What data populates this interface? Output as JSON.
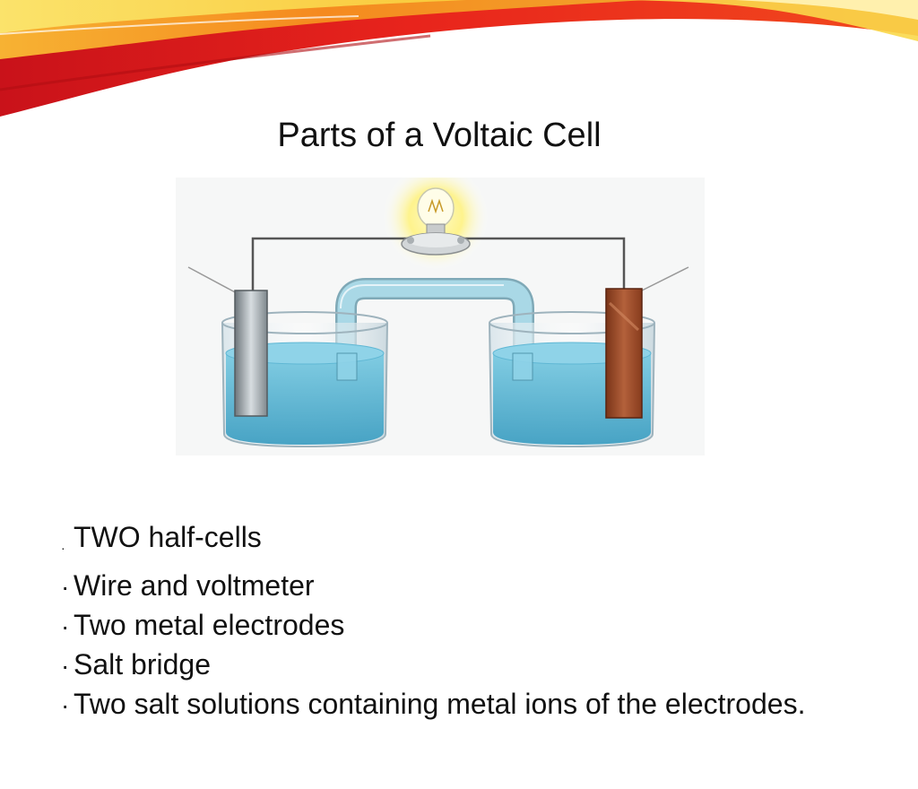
{
  "slide": {
    "title": "Parts of a Voltaic Cell",
    "bullet_marker": "·",
    "bullets": [
      "TWO half-cells",
      "Wire and voltmeter",
      "Two metal electrodes",
      "Salt bridge",
      "Two salt solutions containing metal ions of the electrodes."
    ]
  },
  "colors": {
    "swoosh_red": "#e8241c",
    "swoosh_orange": "#f58a1f",
    "swoosh_yellow": "#f9d84a",
    "solution_blue": "#5fb7d4",
    "bridge_blue": "#a9d8e6",
    "zinc_gray": "#9aa3a8",
    "copper_brown": "#9a4a2a",
    "bulb_glow": "#fff27a"
  },
  "diagram": {
    "left_electrode": "zinc-electrode",
    "right_electrode": "copper-electrode",
    "components": [
      "light-bulb",
      "wire",
      "salt-bridge",
      "left-beaker",
      "right-beaker"
    ]
  }
}
